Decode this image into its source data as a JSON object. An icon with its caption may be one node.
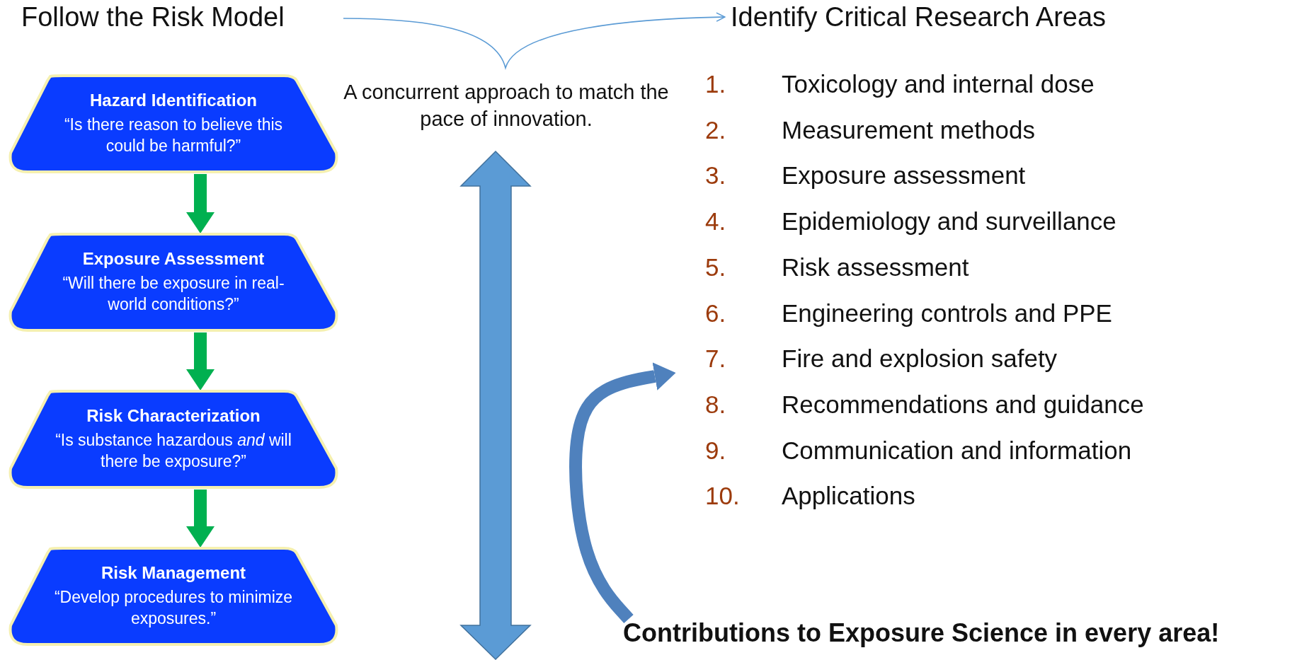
{
  "diagram": {
    "nodes": [
      {
        "text": [
          "Follow the Risk Model"
        ]
      },
      {
        "text": [
          "Identify Critical Research Areas"
        ]
      },
      {
        "text": [
          "Hazard Identification",
          "“Is there reason to believe this could be harmful?”"
        ]
      },
      {
        "text": [
          "Exposure Assessment",
          "“Will there be exposure in real-world conditions?”"
        ]
      },
      {
        "text": [
          "Risk Characterization",
          "“Is substance hazardous *and* will there be exposure?”"
        ]
      },
      {
        "text": [
          "Risk Management",
          "“Develop procedures to minimize exposures.”"
        ]
      },
      {
        "text": [
          "Contributions to Exposure Science in every area!"
        ]
      }
    ],
    "edges": [
      {
        "from": 0,
        "to": 1,
        "arrow": "to",
        "color": "#5b9bd5"
      },
      {
        "from": 2,
        "to": 3,
        "arrow": "to"
      },
      {
        "from": 3,
        "to": 4,
        "arrow": "to"
      },
      {
        "from": 4,
        "to": 5,
        "arrow": "to"
      },
      {
        "from": 6,
        "to": null,
        "arrow": "to",
        "color": "#4f81bd"
      }
    ],
    "labels": [
      "A concurrent approach to match the pace of innovation.",
      "1.",
      "Toxicology and internal dose",
      "2.",
      "Measurement methods",
      "3.",
      "Exposure assessment",
      "4.",
      "Epidemiology and surveillance",
      "5.",
      "Risk assessment",
      "6.",
      "Engineering controls and PPE",
      "7.",
      "Fire and explosion safety",
      "8.",
      "Recommendations and guidance",
      "9.",
      "Communication and information",
      "10.",
      "Applications"
    ]
  }
}
